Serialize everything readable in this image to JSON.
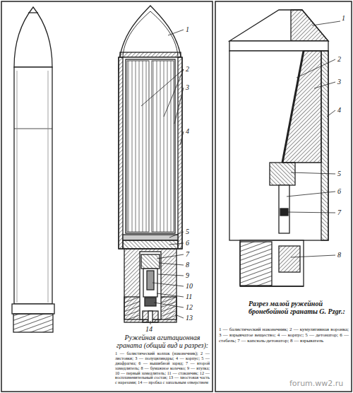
{
  "diagram": {
    "labels": [
      "1",
      "2",
      "3",
      "4",
      "5",
      "6",
      "7",
      "8",
      "9",
      "10",
      "11",
      "12",
      "13",
      "14",
      "Ружейная агитационная граната (общий вид и разрез):",
      "1 — балистический колпак (наконечник); 2 — листовки; 3 — полуцилиндры; 4 — корпус; 5 — диафрагма; 6 — вышибной заряд; 7 — второй замедлитель; 8 — бумажное колечко; 9 — втулка; 10 — первый замедлитель; 11 — стаканчик; 12 — воспламенительный состав; 13 — хвостовая часть с нарезами; 14 — пробка с запальным отверстием",
      "1",
      "2",
      "3",
      "4",
      "5",
      "6",
      "7",
      "8",
      "Разрез малой ружейной бронебойной гранаты G. Pzgr.:",
      "1 — балистический наконечник; 2 — кумулятивная воронка; 3 — взрывчатое вещество; 4 — корпус; 5 — детонатор; 6 — стебель; 7 — капсюль-детонатор; 8 — взрыватель",
      "forum.ww2.ru"
    ]
  }
}
